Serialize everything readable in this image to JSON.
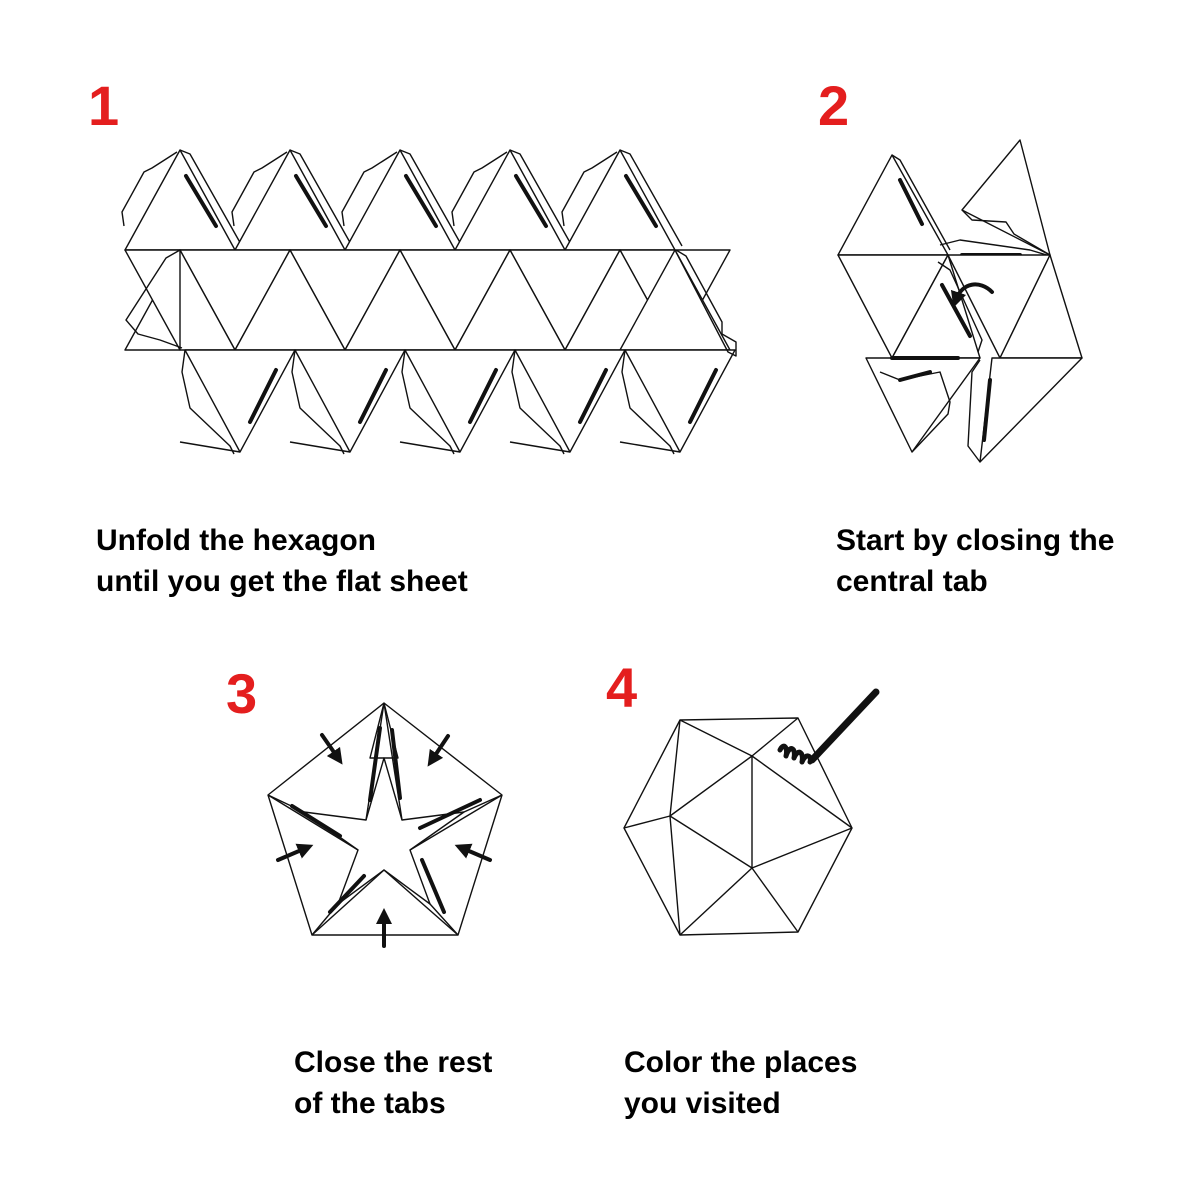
{
  "accent_color": "#e41e1e",
  "text_color": "#000000",
  "steps": [
    {
      "number": "1",
      "caption_lines": [
        "Unfold the hexagon",
        "until you get the flat sheet"
      ]
    },
    {
      "number": "2",
      "caption_lines": [
        "Start by closing the",
        "central tab"
      ]
    },
    {
      "number": "3",
      "caption_lines": [
        "Close the rest",
        "of the tabs"
      ]
    },
    {
      "number": "4",
      "caption_lines": [
        "Color the places",
        "you visited"
      ]
    }
  ],
  "icons": [
    "curved-arrow-icon",
    "arrow-icon",
    "marker-pen-icon"
  ]
}
